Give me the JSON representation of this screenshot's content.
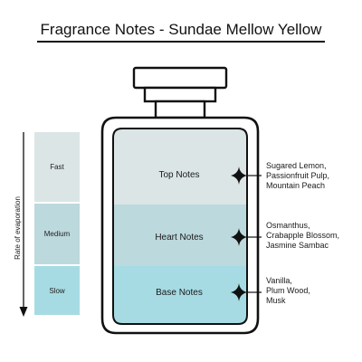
{
  "title": "Fragrance Notes - Sundae Mellow Yellow",
  "evaporation_axis": {
    "label": "Rate of evaporation",
    "levels": [
      {
        "label": "Fast",
        "color": "#dbe5e6"
      },
      {
        "label": "Medium",
        "color": "#bcd9dd"
      },
      {
        "label": "Slow",
        "color": "#a6dbe3"
      }
    ]
  },
  "bottle": {
    "layers": [
      {
        "name": "Top Notes",
        "color": "#dbe5e6"
      },
      {
        "name": "Heart Notes",
        "color": "#bcd9dd"
      },
      {
        "name": "Base Notes",
        "color": "#a6dbe3"
      }
    ]
  },
  "notes": {
    "top": [
      "Sugared Lemon,",
      "Passionfruit Pulp,",
      "Mountain Peach"
    ],
    "heart": [
      "Osmanthus,",
      "Crabapple Blossom,",
      "Jasmine Sambac"
    ],
    "base": [
      "Vanilla,",
      "Plum Wood,",
      "Musk"
    ]
  },
  "colors": {
    "outline": "#111111"
  }
}
